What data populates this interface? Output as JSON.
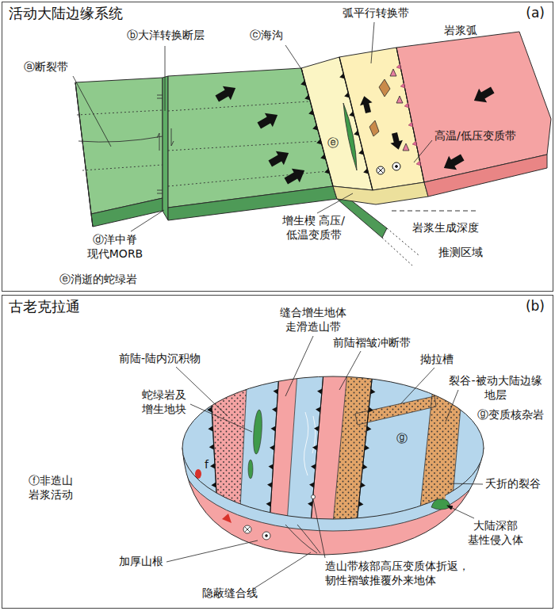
{
  "diagram": {
    "nodes": [
      {
        "text": [
          "活动大陆边缘系统",
          "(a)"
        ]
      },
      {
        "text": [
          "古老克拉通",
          "(b)"
        ]
      }
    ],
    "labels": [
      "ⓐ断裂带",
      "ⓑ大洋转换断层",
      "ⓒ海沟",
      "弧平行转换带",
      "岩浆弧",
      "高温/低压变质带",
      "ⓔ",
      "增生楔 高压/低温变质带",
      "岩浆生成深度",
      "推测区域",
      "ⓓ洋中脊 现代MORB",
      "ⓔ消逝的蛇绿岩",
      "缝合增生地体 走滑造山带",
      "前陆褶皱冲断带",
      "前陆-陆内沉积物",
      "拗拉槽",
      "裂谷-被动大陆边缘 地层",
      "蛇绿岩及 增生地块",
      "ⓖ",
      "ⓖ变质核杂岩",
      "ⓕ非造山 岩浆活动",
      "f",
      "夭折的裂谷",
      "大陆深部 基性侵入体",
      "加厚山根",
      "隐蔽缝合线",
      "造山带核部高压变质体折返， 韧性褶皱推覆外来地体"
    ]
  }
}
